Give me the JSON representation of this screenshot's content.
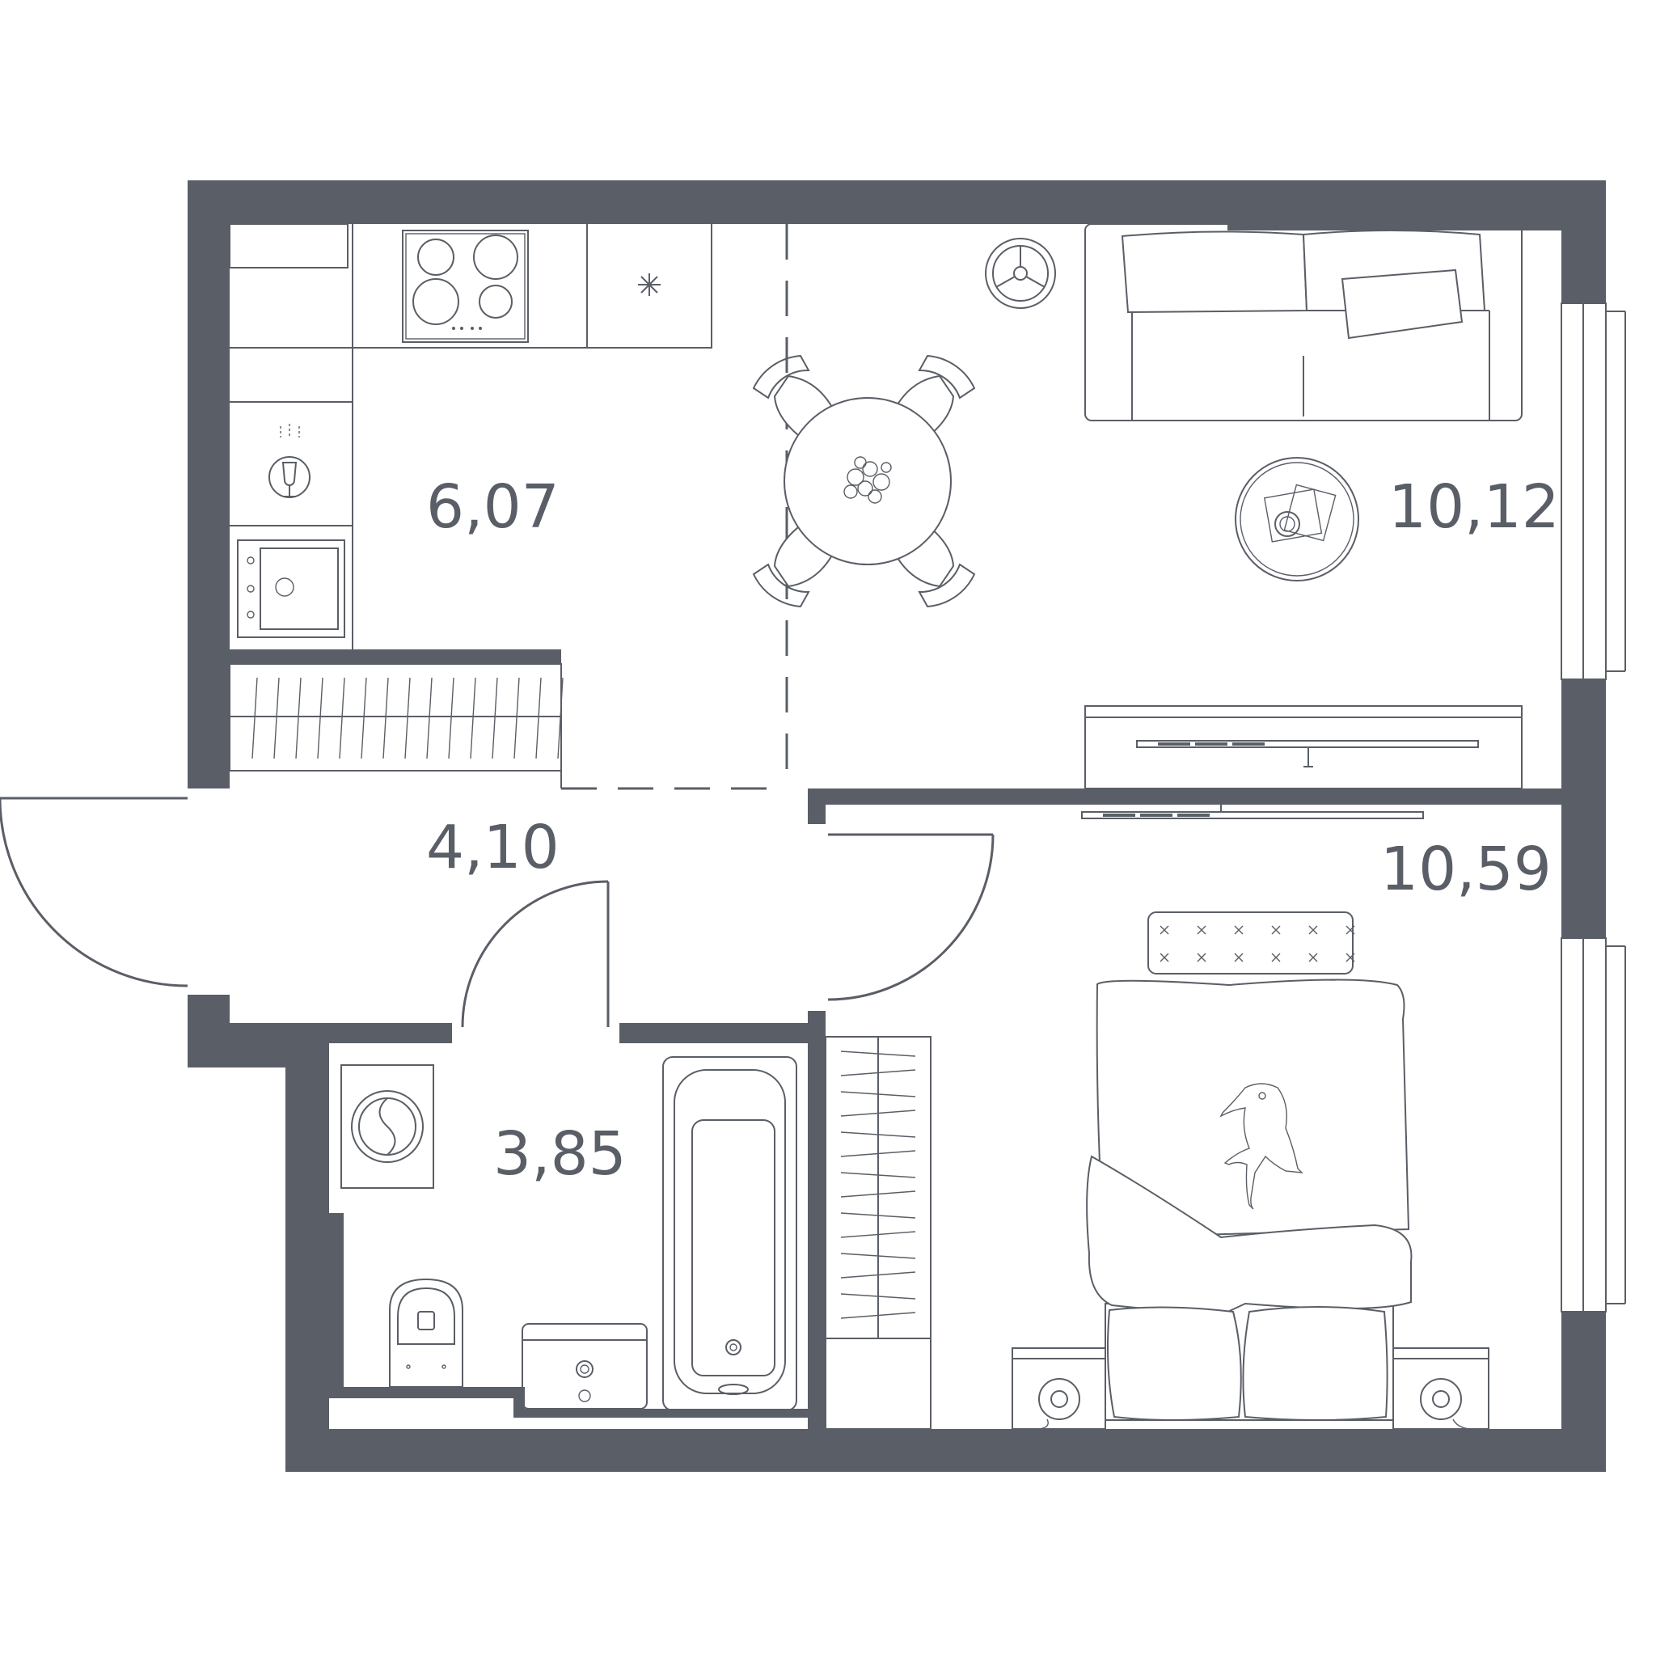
{
  "colors": {
    "wall": "#5a5e66",
    "line": "#5a5e66",
    "background": "#ffffff"
  },
  "rooms": [
    {
      "id": "kitchen",
      "area": "6,07"
    },
    {
      "id": "living",
      "area": "10,12"
    },
    {
      "id": "hallway",
      "area": "4,10"
    },
    {
      "id": "bedroom",
      "area": "10,59"
    },
    {
      "id": "bathroom",
      "area": "3,85"
    }
  ]
}
